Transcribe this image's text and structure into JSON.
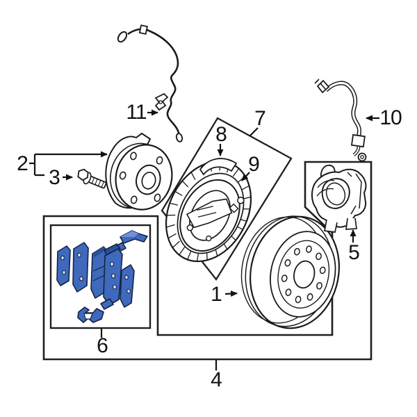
{
  "figure": {
    "type": "parts-diagram",
    "callouts": [
      {
        "label": "1"
      },
      {
        "label": "2"
      },
      {
        "label": "3"
      },
      {
        "label": "4"
      },
      {
        "label": "5"
      },
      {
        "label": "6"
      },
      {
        "label": "7"
      },
      {
        "label": "8"
      },
      {
        "label": "9"
      },
      {
        "label": "10"
      },
      {
        "label": "11"
      }
    ],
    "colors": {
      "line": "#1a1a1a",
      "highlight_blue": "#3e69bd",
      "highlight_dark": "#16233f",
      "background": "#ffffff"
    }
  }
}
